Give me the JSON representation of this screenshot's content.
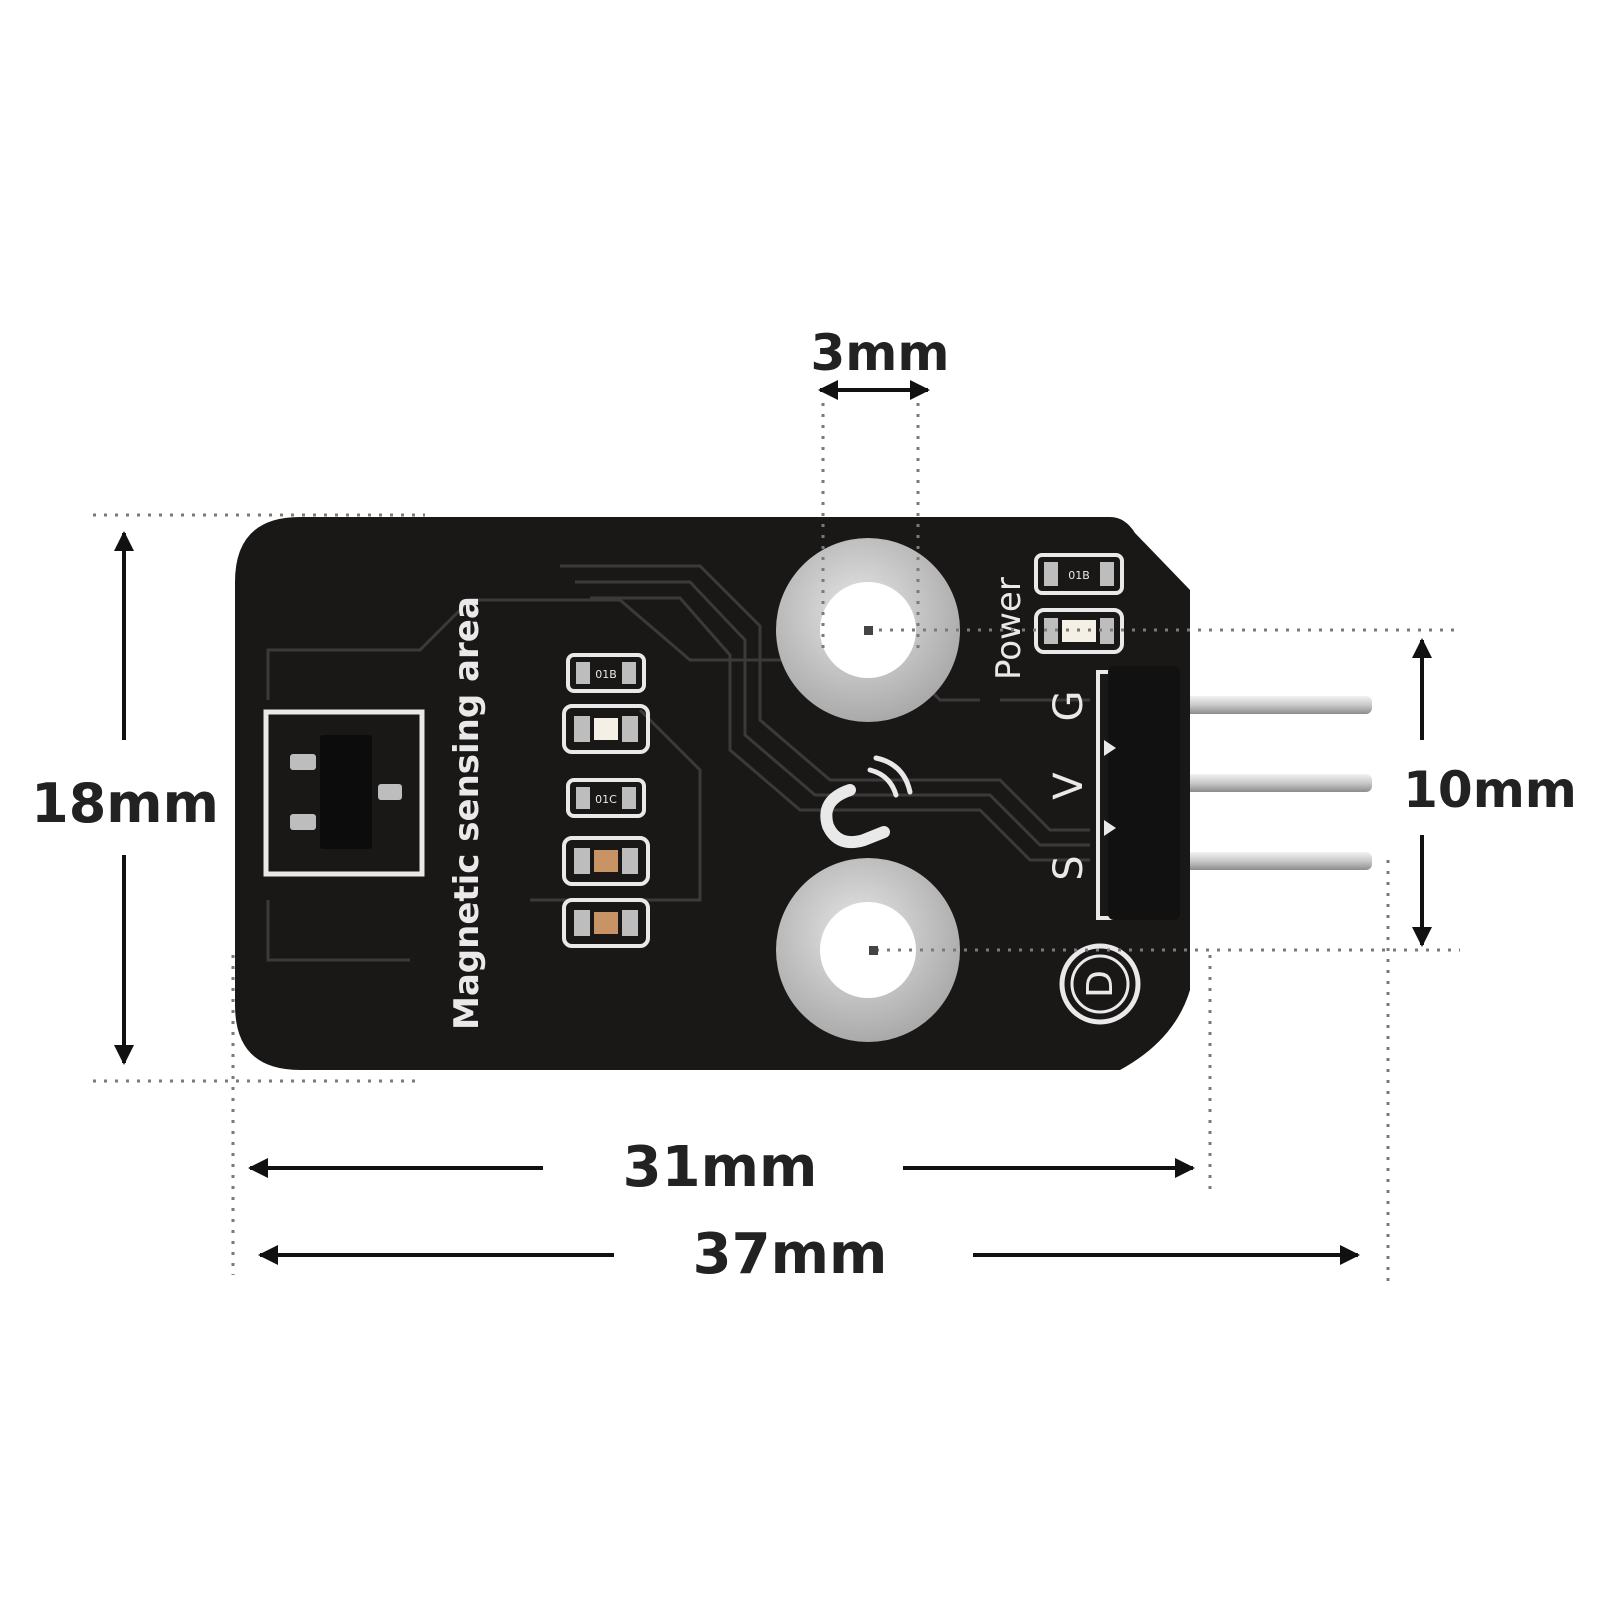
{
  "dimensions": {
    "hole_diameter": "3mm",
    "board_height": "18mm",
    "hole_spacing": "10mm",
    "board_length": "31mm",
    "overall_length": "37mm"
  },
  "silkscreen": {
    "sensing_area": "Magnetic sensing area",
    "power": "Power",
    "pin_g": "G",
    "pin_v": "V",
    "pin_s": "S",
    "digital_mark": "D",
    "component_codes": [
      "01B",
      "01B",
      "01C"
    ]
  },
  "colors": {
    "pcb": "#1a1717",
    "silkscreen": "#e9e9e9",
    "mounting_pad": "#c8c8c8",
    "pin": "#cfcfcf",
    "dimension_text": "#222222"
  }
}
